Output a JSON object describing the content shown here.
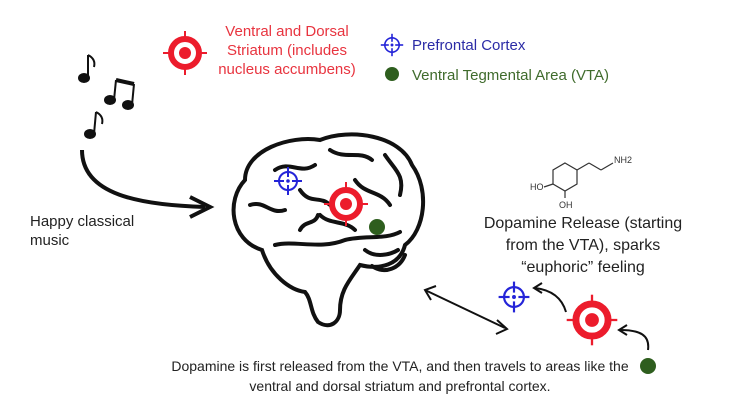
{
  "legend": {
    "striatum": "Ventral and Dorsal Striatum (includes nucleus accumbens)",
    "prefrontal": "Prefrontal Cortex",
    "vta": "Ventral Tegmental Area (VTA)"
  },
  "music_label": "Happy classical music",
  "dopamine_label": "Dopamine Release (starting from the VTA), sparks “euphoric” feeling",
  "molecule": {
    "amine": "NH2",
    "hydroxyl_1": "HO",
    "hydroxyl_2": "OH"
  },
  "caption": "Dopamine is first released from the VTA, and then travels to areas like the ventral and dorsal striatum and prefrontal cortex.",
  "colors": {
    "striatum": "#ec1c2c",
    "prefrontal": "#2424d8",
    "vta": "#2e5e1e",
    "ink": "#111111"
  },
  "icons": [
    "striatum-target-icon",
    "prefrontal-crosshair-icon",
    "vta-dot-icon",
    "music-note-icon",
    "brain-icon",
    "arrow-icon",
    "dopamine-molecule-icon"
  ]
}
